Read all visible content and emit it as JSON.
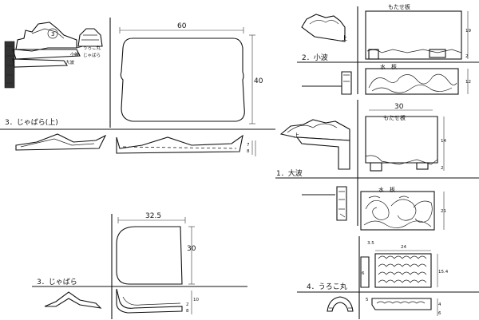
{
  "sections": {
    "jabara_upper": "3．じゃばら(上)",
    "jabara": "3．じゃばら",
    "konami": "2．小波",
    "onami": "1．大波",
    "urokomaru": "4．うろこ丸"
  },
  "dims": {
    "top_width": "60",
    "top_height": "40",
    "jabara_upper_h1": "7",
    "jabara_upper_h2": "8",
    "jabara_width": "32.5",
    "jabara_height": "30",
    "jabara_h1": "10",
    "jabara_h2": "2",
    "jabara_h3": "8",
    "konami_height": "19",
    "konami_sub": "2",
    "konami_wave_h": "12",
    "onami_width": "30",
    "onami_height": "14",
    "onami_sub": "2",
    "onami_wave_h": "21",
    "uroko_d1": "3.5",
    "uroko_d2": "24",
    "uroko_d3": "6",
    "uroko_d4": "15.4",
    "uroko_d5": "5",
    "uroko_d6": "4",
    "uroko_d7": "6"
  },
  "labels": {
    "motase_ita": "もたせ板",
    "suiban": "水　板",
    "uroko_maru": "うろこ丸",
    "jabara": "じゃばら",
    "konami": "小波",
    "onami": "大波",
    "num3": "3",
    "num2": "2",
    "num1": "1",
    "num4": "4",
    "top": "上"
  }
}
